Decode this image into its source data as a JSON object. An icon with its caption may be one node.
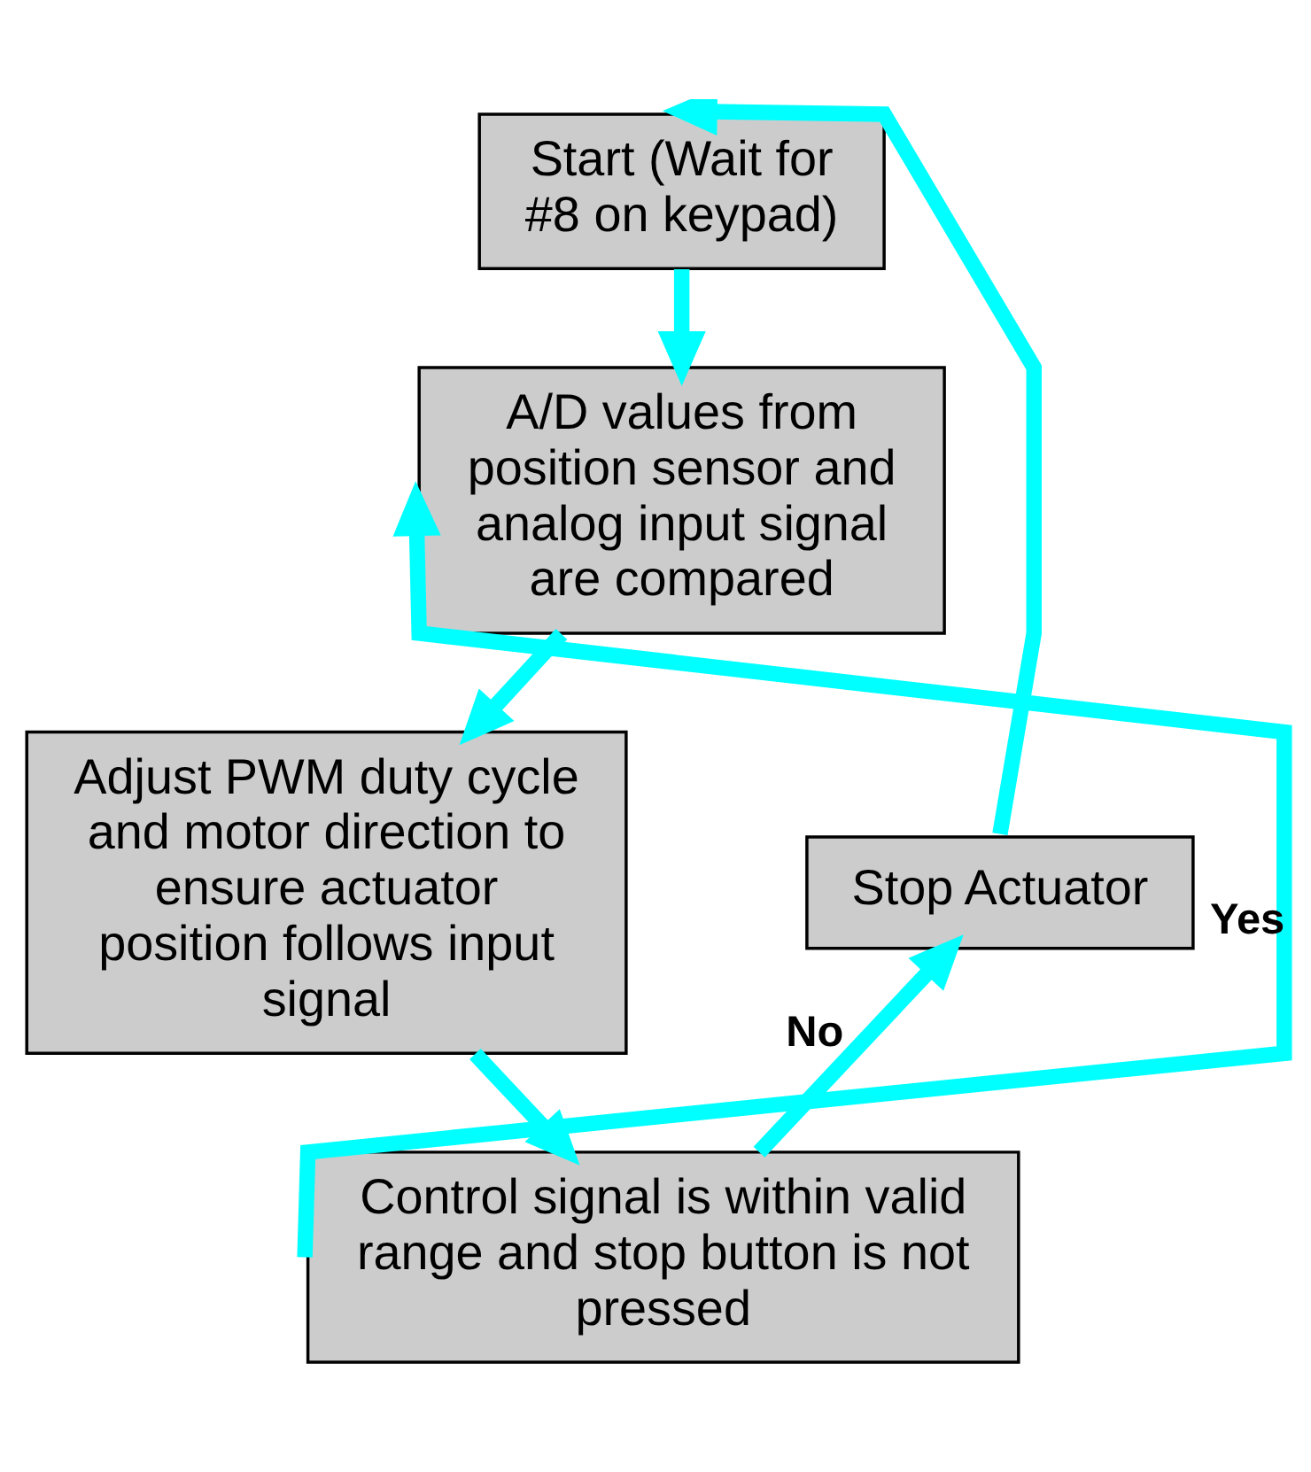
{
  "diagram": {
    "nodes": [
      {
        "text": [
          "Start (Wait for #8 on keypad)"
        ]
      },
      {
        "text": [
          "A/D values from position sensor and analog input signal are compared"
        ]
      },
      {
        "text": [
          "Adjust PWM duty cycle and motor direction to ensure actuator position follows input signal"
        ]
      },
      {
        "text": [
          "Control signal is within valid range and stop button is not pressed"
        ]
      },
      {
        "text": [
          "Stop Actuator"
        ]
      }
    ],
    "edges": [
      {
        "from": 0,
        "to": 1,
        "arrow": "to"
      },
      {
        "from": 1,
        "to": 2,
        "arrow": "to"
      },
      {
        "from": 2,
        "to": 3,
        "arrow": "to"
      },
      {
        "from": 3,
        "to": 1,
        "arrow": "to",
        "label": "Yes"
      },
      {
        "from": 3,
        "to": 4,
        "arrow": "to",
        "label": "No"
      },
      {
        "from": 4,
        "to": 0,
        "arrow": "to"
      }
    ]
  }
}
